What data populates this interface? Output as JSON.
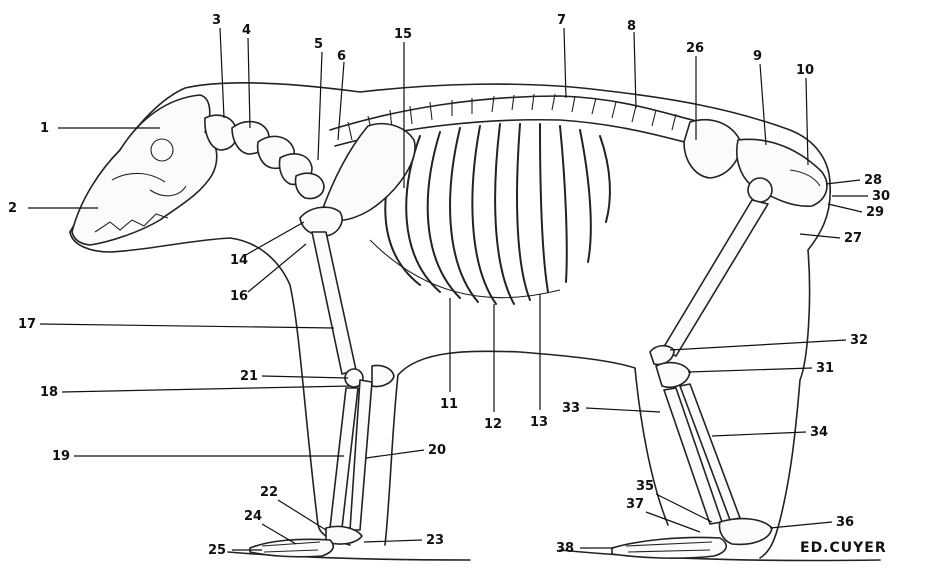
{
  "labels": [
    "1",
    "2",
    "3",
    "4",
    "5",
    "6",
    "7",
    "8",
    "9",
    "10",
    "11",
    "12",
    "13",
    "14",
    "15",
    "16",
    "17",
    "18",
    "19",
    "20",
    "21",
    "22",
    "23",
    "24",
    "25",
    "26",
    "27",
    "28",
    "29",
    "30",
    "31",
    "32",
    "33",
    "34",
    "35",
    "36",
    "37",
    "38"
  ],
  "signature": "ED.CUYER"
}
